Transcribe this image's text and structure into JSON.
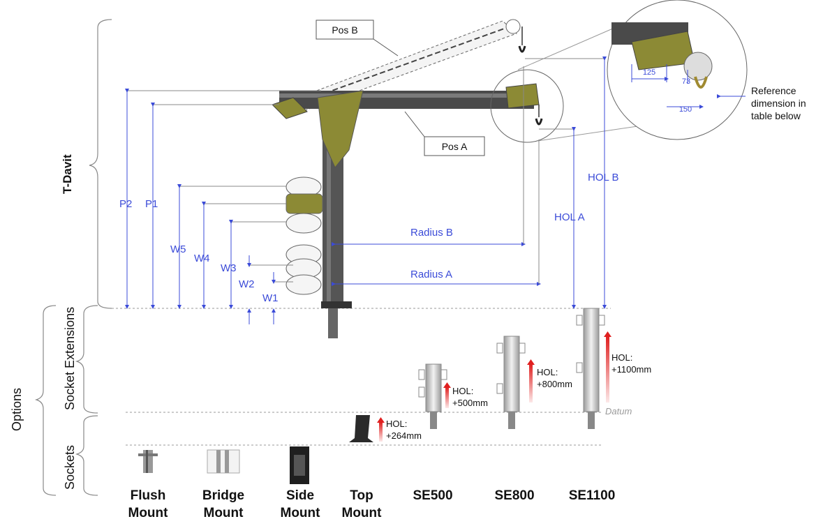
{
  "sections": {
    "t_davit": "T-Davit",
    "options": "Options",
    "socket_extensions": "Socket Extensions",
    "sockets": "Sockets"
  },
  "positions": {
    "pos_a": "Pos A",
    "pos_b": "Pos B"
  },
  "dimensions": {
    "p2": "P2",
    "p1": "P1",
    "w5": "W5",
    "w4": "W4",
    "w3": "W3",
    "w2": "W2",
    "w1": "W1",
    "radius_a": "Radius A",
    "radius_b": "Radius B",
    "hol_a": "HOL A",
    "hol_b": "HOL B"
  },
  "detail": {
    "d125": "125",
    "d73": "73",
    "d150": "150",
    "reference_line1": "Reference",
    "reference_line2": "dimension in",
    "reference_line3": "table below"
  },
  "extensions": {
    "se500_hol_label": "HOL:",
    "se500_hol_value": "+500mm",
    "se800_hol_label": "HOL:",
    "se800_hol_value": "+800mm",
    "se1100_hol_label": "HOL:",
    "se1100_hol_value": "+1100mm",
    "top_hol_label": "HOL:",
    "top_hol_value": "+264mm",
    "datum": "Datum"
  },
  "bottom_labels": {
    "flush_1": "Flush",
    "flush_2": "Mount",
    "bridge_1": "Bridge",
    "bridge_2": "Mount",
    "side_1": "Side",
    "side_2": "Mount",
    "top_1": "Top",
    "top_2": "Mount",
    "se500": "SE500",
    "se800": "SE800",
    "se1100": "SE1100"
  },
  "colors": {
    "dimension": "#3b4bd8",
    "davit_olive": "#8c8a35",
    "steel": "#555555",
    "hol_arrow": "#e02020"
  }
}
